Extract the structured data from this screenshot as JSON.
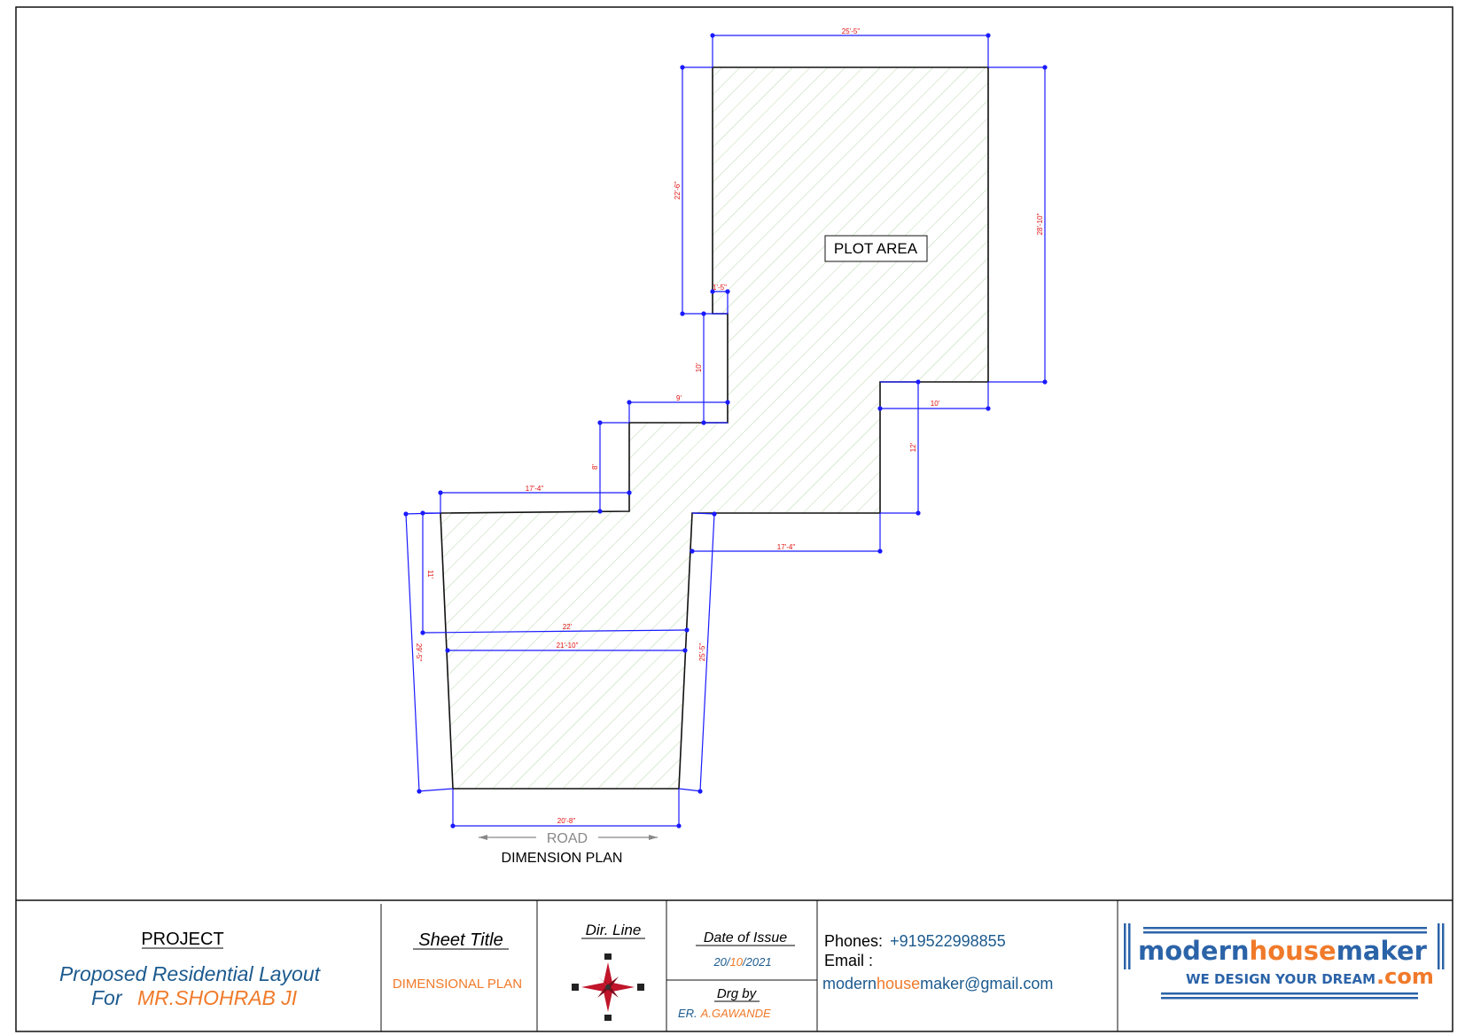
{
  "drawing": {
    "plot_area_label": "PLOT AREA",
    "road_label": "ROAD",
    "plan_title": "DIMENSION PLAN",
    "dimensions": {
      "top_width": "25'-5\"",
      "right_upper": "28'-10\"",
      "left_upper": "22'-6\"",
      "small_step": "1'-5\"",
      "step_10_vertical": "10'",
      "step_9": "9'",
      "right_step_10": "10'",
      "right_12": "12'",
      "step_8": "8'",
      "left_17_4": "17'-4\"",
      "right_17_4": "17'-4\"",
      "left_11": "11'",
      "middle_22": "22'",
      "middle_21_10": "21'-10\"",
      "left_outer_29_5": "29'-5\"",
      "right_25_5": "25'-5\"",
      "bottom_20_8": "20'-8\""
    }
  },
  "title_block": {
    "project_heading": "PROJECT",
    "project_line1": "Proposed Residential Layout",
    "project_line2_prefix": "For",
    "project_client": "MR.SHOHRAB JI",
    "sheet_title_heading": "Sheet Title",
    "sheet_title_value": "DIMENSIONAL PLAN",
    "dir_line_heading": "Dir. Line",
    "date_heading": "Date of Issue",
    "date_day": "20",
    "date_month": "10",
    "date_year": "2021",
    "date_sep": "/",
    "drg_by_heading": "Drg by",
    "drg_by_prefix": "ER.",
    "drg_by_name": "A.GAWANDE",
    "phones_label": "Phones:",
    "phones_value": "+919522998855",
    "email_label": "Email :",
    "email_part1": "modern",
    "email_part2": "house",
    "email_part3": "maker",
    "email_part4": "@gmail",
    "email_part5": ".com",
    "logo_part1": "modern",
    "logo_part2": "house",
    "logo_part3": "maker",
    "logo_tagline": "WE DESIGN YOUR DREAM",
    "logo_dotcom": ".com"
  },
  "colors": {
    "dimension_line": "#1a1aff",
    "dimension_text": "#e01010",
    "outline": "#111111",
    "hatch": "#b9d8b0",
    "blue_text": "#1c5a8e",
    "orange_text": "#f07a2a",
    "logo_blue": "#2b63a8",
    "logo_orange": "#f07a2a"
  }
}
